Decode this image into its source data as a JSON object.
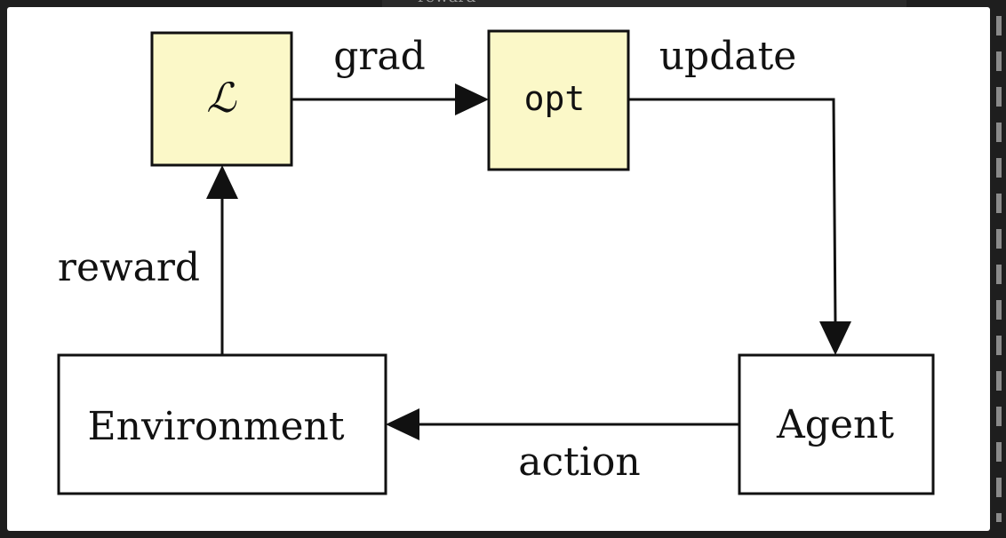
{
  "nodes": {
    "loss": {
      "label": "ℒ"
    },
    "opt": {
      "label": "opt"
    },
    "environment": {
      "label": "Environment"
    },
    "agent": {
      "label": "Agent"
    }
  },
  "edges": {
    "grad": {
      "label": "grad"
    },
    "update": {
      "label": "update"
    },
    "reward": {
      "label": "reward"
    },
    "action": {
      "label": "action"
    }
  },
  "cropped_top_text": "reward",
  "colors": {
    "highlight_fill": "#fbf8c8",
    "box_fill": "#ffffff",
    "stroke": "#111111",
    "background": "#1e1e1e"
  }
}
